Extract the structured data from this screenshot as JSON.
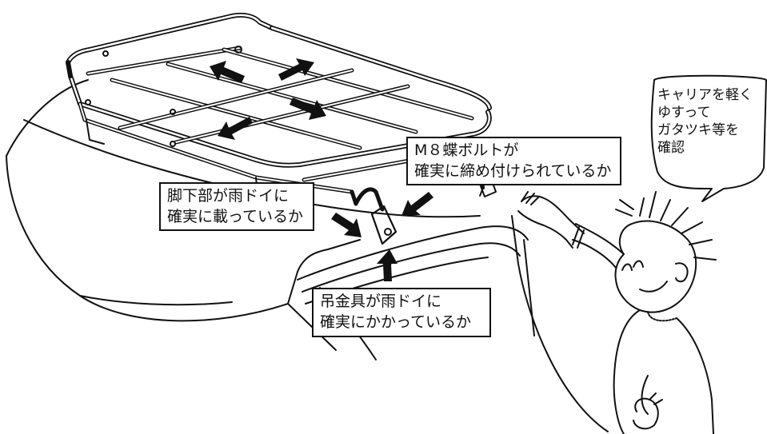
{
  "callouts": {
    "bolt": {
      "line1": "M８蝶ボルトが",
      "line2": "確実に締め付けられているか"
    },
    "leg": {
      "line1": "脚下部が雨ドイに",
      "line2": "確実に載っているか"
    },
    "hook": {
      "line1": "吊金具が雨ドイに",
      "line2": "確実にかかっているか"
    }
  },
  "speech_bubble": {
    "line1": "キャリアを軽く",
    "line2": "ゆすって",
    "line3": "ガタツキ等を",
    "line4": "確認"
  },
  "colors": {
    "ink": "#111111",
    "paper": "#ffffff"
  }
}
